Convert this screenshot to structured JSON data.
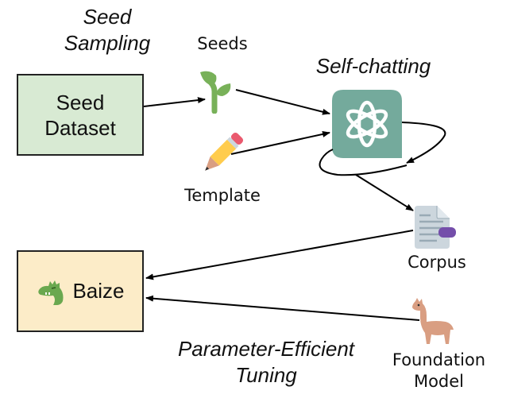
{
  "labels": {
    "seed_sampling_line1": "Seed",
    "seed_sampling_line2": "Sampling",
    "seeds": "Seeds",
    "self_chatting": "Self-chatting",
    "template": "Template",
    "corpus": "Corpus",
    "peft_line1": "Parameter-Efficient",
    "peft_line2": "Tuning",
    "foundation_line1": "Foundation",
    "foundation_line2": "Model"
  },
  "nodes": {
    "seed_dataset_line1": "Seed",
    "seed_dataset_line2": "Dataset",
    "baize": "Baize"
  },
  "icons": {
    "seedling": "seedling-icon",
    "pencil": "pencil-icon",
    "chatgpt": "chatgpt-logo-icon",
    "document": "document-icon",
    "llama": "llama-icon",
    "dragon": "dragon-icon"
  },
  "colors": {
    "seed_box_fill": "#d8ead3",
    "baize_box_fill": "#fcecc8",
    "chatgpt_bg": "#74aa9c"
  }
}
